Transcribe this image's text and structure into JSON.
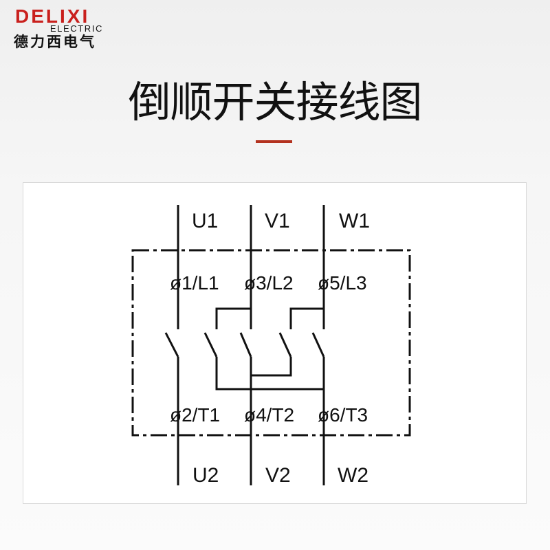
{
  "brand": {
    "name": "DELIXI",
    "sub": "ELECTRIC",
    "cn": "德力西电气"
  },
  "title": "倒顺开关接线图",
  "colors": {
    "brand": "#c9201d",
    "accent": "#b3321f",
    "line": "#111111",
    "panel": "#ffffff"
  },
  "diagram": {
    "inputs": [
      "U1",
      "V1",
      "W1"
    ],
    "outputs": [
      "U2",
      "V2",
      "W2"
    ],
    "line_terminals": [
      "ø1/L1",
      "ø3/L2",
      "ø5/L3"
    ],
    "load_terminals": [
      "ø2/T1",
      "ø4/T2",
      "ø6/T3"
    ]
  }
}
